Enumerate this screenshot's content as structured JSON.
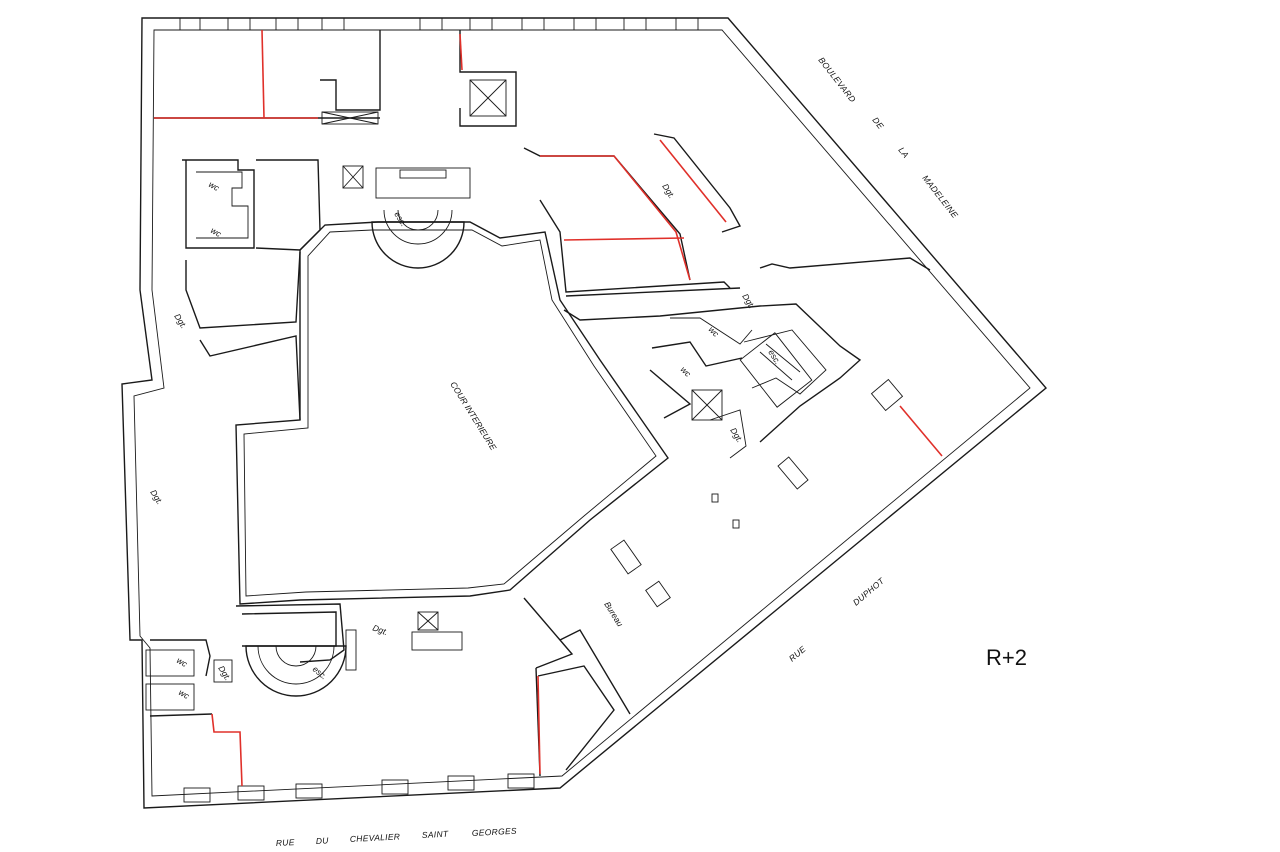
{
  "plan": {
    "level": "R+2",
    "streets": {
      "bottom": [
        "RUE",
        "DU",
        "CHEVALIER",
        "SAINT",
        "GEORGES"
      ],
      "right_top": [
        "BOULEVARD",
        "DE",
        "LA",
        "MADELEINE"
      ],
      "right_bottom": [
        "RUE",
        "DUPHOT"
      ]
    },
    "rooms": {
      "courtyard": "COUR INTERIEURE",
      "office": "Bureau",
      "corridor": "Dgt.",
      "wc": "wc",
      "stair": "esc."
    },
    "colors": {
      "walls": "#1a1a1a",
      "new_partitions": "#e0302a",
      "background": "#ffffff"
    }
  }
}
